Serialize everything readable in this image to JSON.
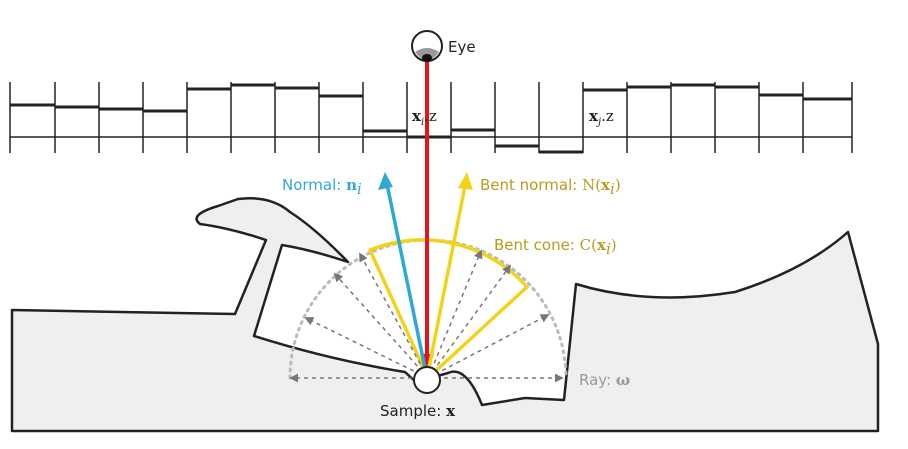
{
  "labels": {
    "eye": "Eye",
    "xi_var": "x",
    "xi_sub": "i",
    "xi_suffix": ".z",
    "xj_var": "x",
    "xj_sub": "j",
    "xj_suffix": ".z",
    "normal_prefix": "Normal: ",
    "normal_var": "n",
    "normal_sub": "i",
    "bent_normal_prefix": "Bent normal: ",
    "bent_normal_func": "N(",
    "bent_normal_var": "x",
    "bent_normal_sub": "i",
    "bent_normal_close": ")",
    "bent_cone_prefix": "Bent cone: ",
    "bent_cone_func": "C(",
    "bent_cone_var": "x",
    "bent_cone_sub": "i",
    "bent_cone_close": ")",
    "ray_prefix": "Ray: ",
    "ray_var": "ω",
    "sample_prefix": "Sample: ",
    "sample_var": "x"
  },
  "colors": {
    "normal": "#2fa8d6",
    "bent": "#f2d21a",
    "bent_text": "#b99a1c",
    "view_ray": "#e3151c",
    "sample_ray": "#777777",
    "ray_text": "#999999",
    "geometry_fill": "#efefef",
    "geometry_stroke": "#222222"
  }
}
